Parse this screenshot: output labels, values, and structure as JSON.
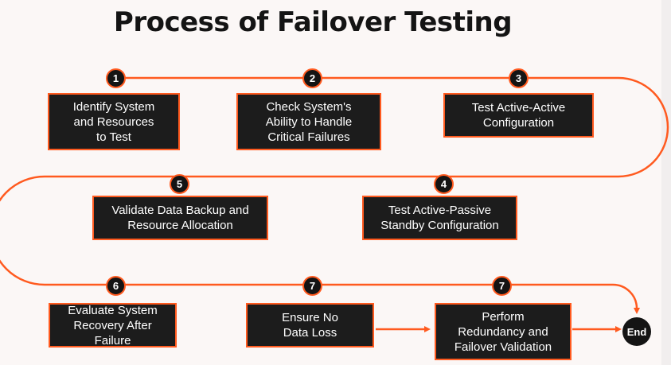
{
  "title": "Process of Failover Testing",
  "accent_color": "#ff5a1f",
  "box_color": "#1c1c1c",
  "steps": [
    {
      "badge": "1",
      "text": "Identify System\nand Resources\nto Test"
    },
    {
      "badge": "2",
      "text": "Check System's\nAbility to Handle\nCritical Failures"
    },
    {
      "badge": "3",
      "text": "Test Active-Active\nConfiguration"
    },
    {
      "badge": "4",
      "text": "Test Active-Passive\nStandby Configuration"
    },
    {
      "badge": "5",
      "text": "Validate Data Backup and\nResource Allocation"
    },
    {
      "badge": "6",
      "text": "Evaluate System\nRecovery After Failure"
    },
    {
      "badge": "7",
      "text": "Ensure No\nData Loss"
    },
    {
      "badge": "7",
      "text": "Perform\nRedundancy and\nFailover Validation"
    }
  ],
  "end_label": "End"
}
